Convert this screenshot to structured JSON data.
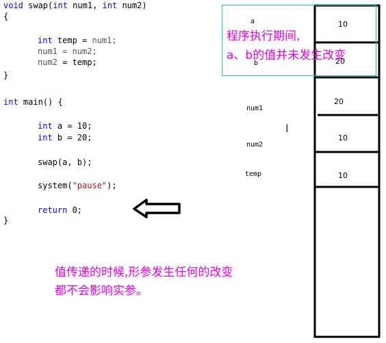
{
  "code": {
    "lines": [
      {
        "id": "l0",
        "text": "void swap(int num1, int num2)"
      },
      {
        "id": "l1",
        "text": "{"
      },
      {
        "id": "l2",
        "text": ""
      },
      {
        "id": "l3",
        "text": "int temp = num1;"
      },
      {
        "id": "l4",
        "text": "num1 = num2;"
      },
      {
        "id": "l5",
        "text": "num2 = temp;"
      },
      {
        "id": "l6",
        "text": "}"
      },
      {
        "id": "l7",
        "text": ""
      },
      {
        "id": "l8",
        "text": "int main() {"
      },
      {
        "id": "l9",
        "text": ""
      },
      {
        "id": "l10",
        "text": "int a = 10;"
      },
      {
        "id": "l11",
        "text": "int b = 20;"
      },
      {
        "id": "l12",
        "text": ""
      },
      {
        "id": "l13",
        "text": "swap(a, b);"
      },
      {
        "id": "l14",
        "text": ""
      },
      {
        "id": "l15",
        "text": "system(\"pause\");"
      },
      {
        "id": "l16",
        "text": ""
      },
      {
        "id": "l17",
        "text": "return 0;"
      },
      {
        "id": "l18",
        "text": "}"
      }
    ]
  },
  "memory": {
    "labels": {
      "a": "a",
      "b": "b",
      "num1": "num1",
      "num2": "num2",
      "temp": "temp"
    },
    "values": {
      "a": "10",
      "b": "20",
      "num1": "20",
      "num2": "10",
      "temp": "10"
    }
  },
  "notes": {
    "top_line1": "程序执行期间,",
    "top_line2": "a、b的值并未发生改变",
    "bottom_line1": "值传递的时候,形参发生任何的改变",
    "bottom_line2": "都不会影响实参。"
  },
  "colors": {
    "annotation": "#e400e4",
    "keyword": "#0000ff",
    "note_border": "#19c2d3",
    "arrow": "#000000"
  },
  "icons": {
    "pointer": "arrow-left-icon",
    "cursor": "text-cursor-icon"
  }
}
